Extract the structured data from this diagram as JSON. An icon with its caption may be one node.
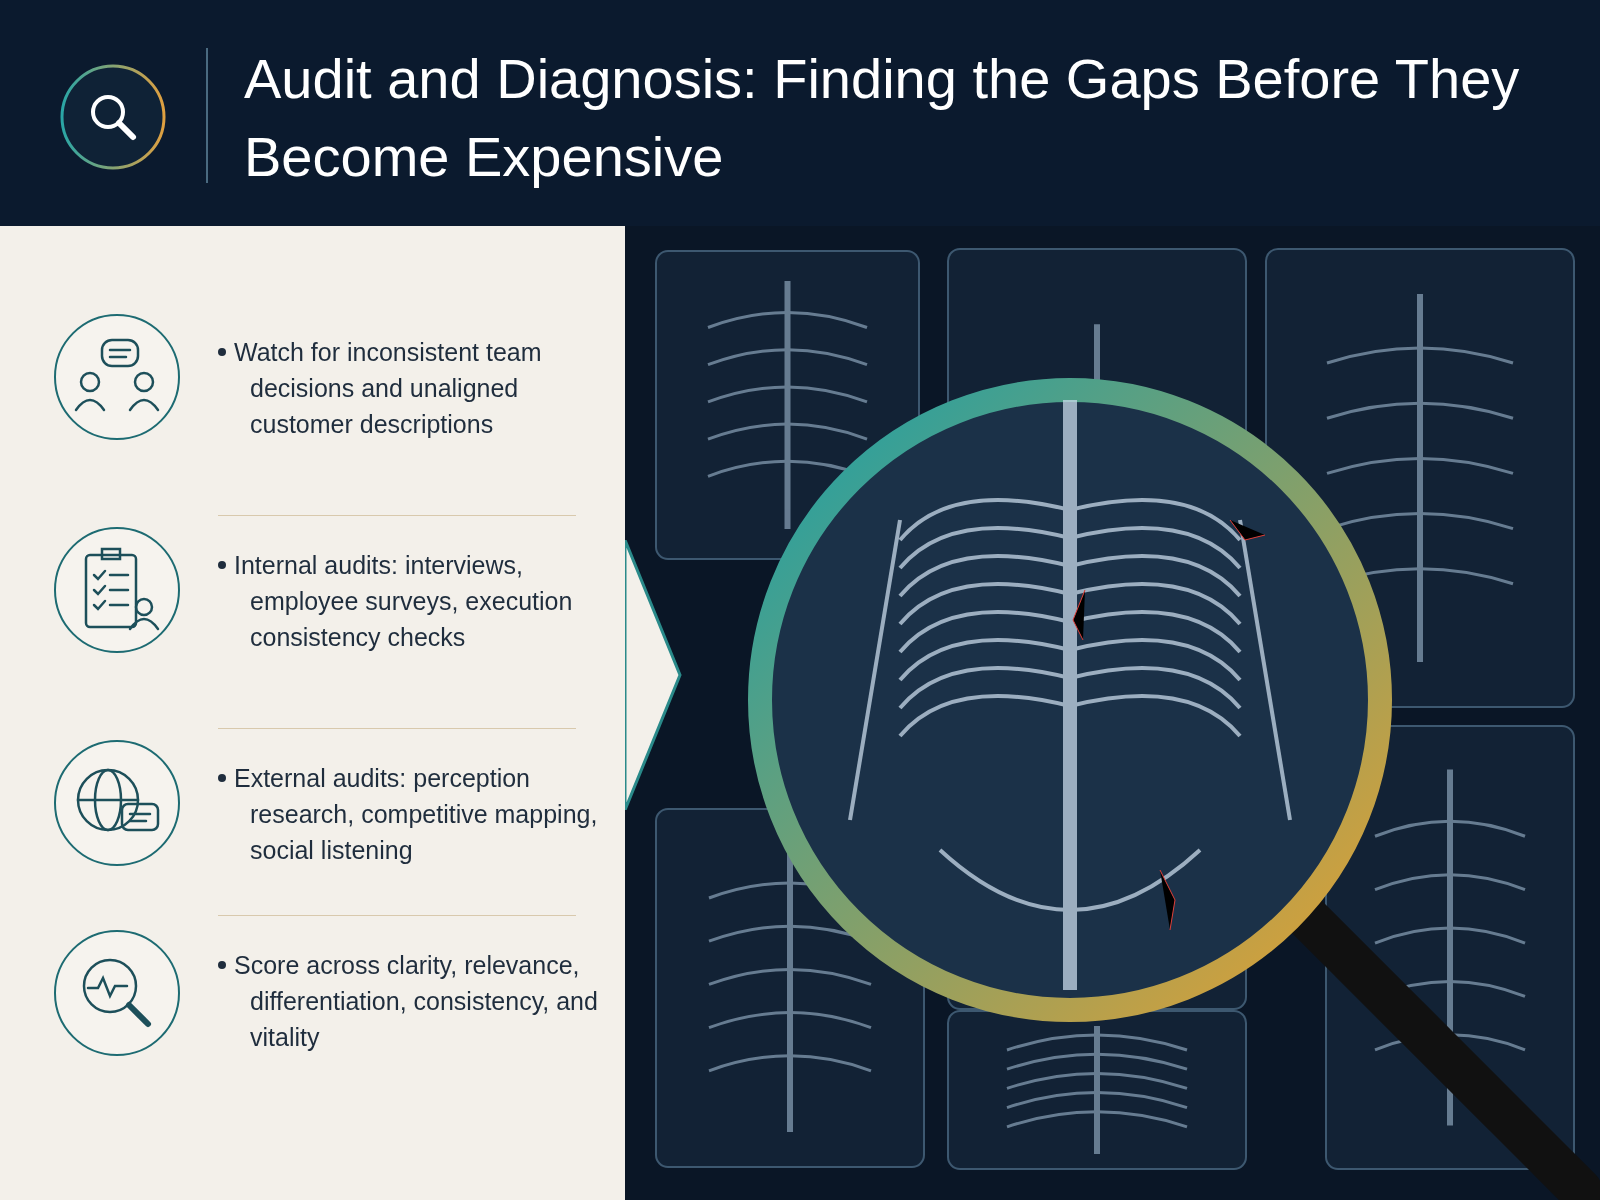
{
  "diagram": {
    "title": "Audit and Diagnosis: Finding the Gaps Before They Become Expensive",
    "labels": [
      "Watch for inconsistent team decisions and unaligned customer descriptions",
      "Internal audits: interviews, employee surveys, execution consistency checks",
      "External audits: perception research, competitive mapping, social listening",
      "Score across clarity, relevance, differentiation, consistency, and vitality"
    ]
  }
}
